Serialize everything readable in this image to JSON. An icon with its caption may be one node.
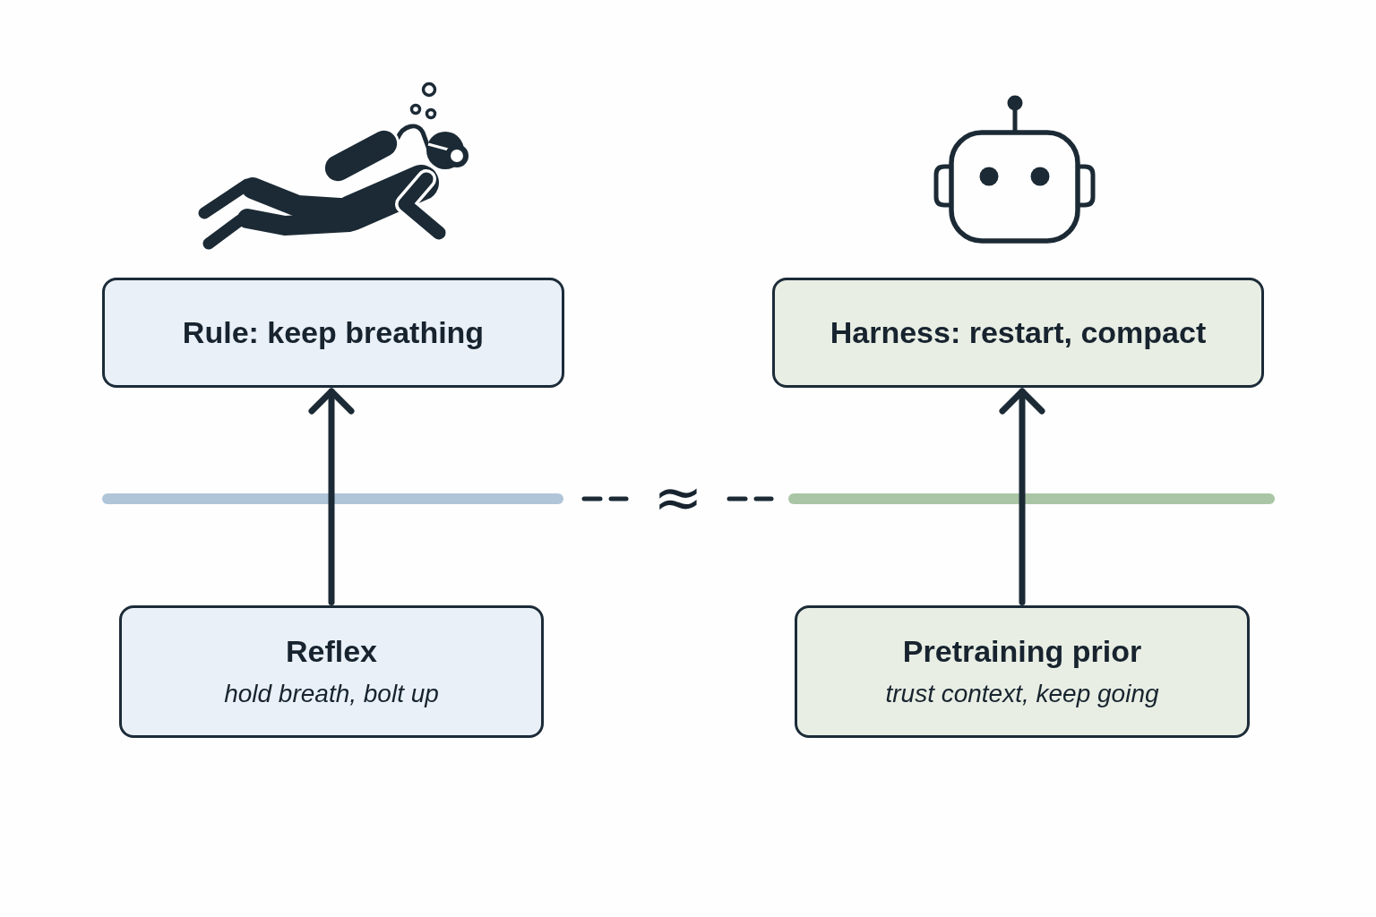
{
  "diagram": {
    "nodes": [
      {
        "text": [
          "Rule: keep breathing"
        ]
      },
      {
        "text": [
          "Harness: restart, compact"
        ]
      },
      {
        "text": [
          "Reflex",
          "hold breath, bolt up"
        ]
      },
      {
        "text": [
          "Pretraining prior",
          "trust context, keep going"
        ]
      }
    ],
    "edges": [
      {
        "from": 2,
        "to": 0,
        "arrow": "to"
      },
      {
        "from": 3,
        "to": 1,
        "arrow": "to"
      }
    ],
    "labels": [
      "≈"
    ]
  }
}
